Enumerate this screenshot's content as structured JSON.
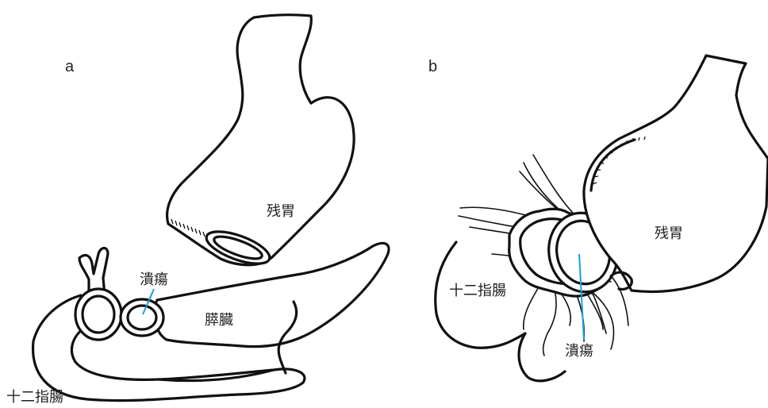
{
  "panels": {
    "a": "a",
    "b": "b"
  },
  "labels": {
    "a_remnant_stomach": "残胃",
    "a_ulcer": "潰瘍",
    "a_pancreas": "膵臓",
    "a_duodenum": "十二指腸",
    "b_remnant_stomach": "残胃",
    "b_duodenum": "十二指腸",
    "b_ulcer": "潰瘍"
  },
  "colors": {
    "outline": "#111111",
    "ulcer_leader": "#1a9fd9",
    "text": "#222222"
  }
}
